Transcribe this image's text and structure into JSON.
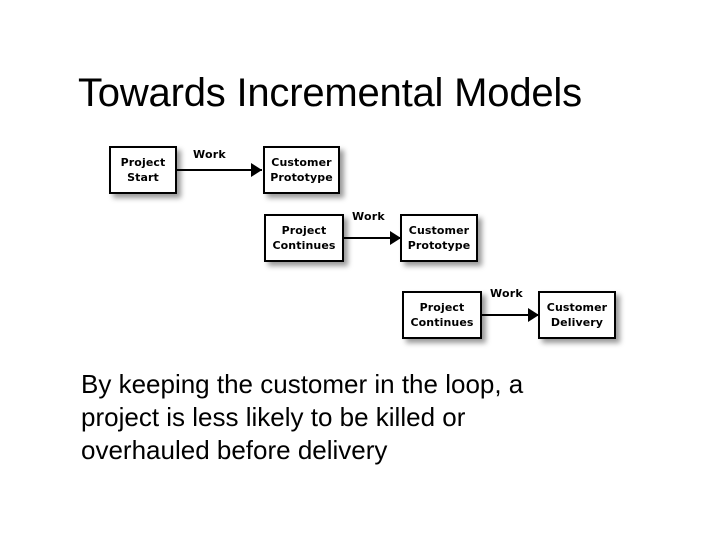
{
  "slide": {
    "title": "Towards Incremental Models",
    "background_color": "#ffffff",
    "text_color": "#000000"
  },
  "diagram": {
    "type": "flow",
    "shadow_color": "#808080",
    "border_color": "#000000",
    "node_fill": "#ffffff",
    "rows": [
      {
        "id": "row-1",
        "source": {
          "line1": "Project",
          "line2": "Start"
        },
        "edge_label": "Work",
        "target": {
          "line1": "Customer",
          "line2": "Prototype"
        }
      },
      {
        "id": "row-2",
        "source": {
          "line1": "Project",
          "line2": "Continues"
        },
        "edge_label": "Work",
        "target": {
          "line1": "Customer",
          "line2": "Prototype"
        }
      },
      {
        "id": "row-3",
        "source": {
          "line1": "Project",
          "line2": "Continues"
        },
        "edge_label": "Work",
        "target": {
          "line1": "Customer",
          "line2": "Delivery"
        }
      }
    ]
  },
  "body": {
    "line1": "By keeping the customer in the loop, a",
    "line2": "project is less likely to be killed or",
    "line3": "overhauled before delivery"
  }
}
